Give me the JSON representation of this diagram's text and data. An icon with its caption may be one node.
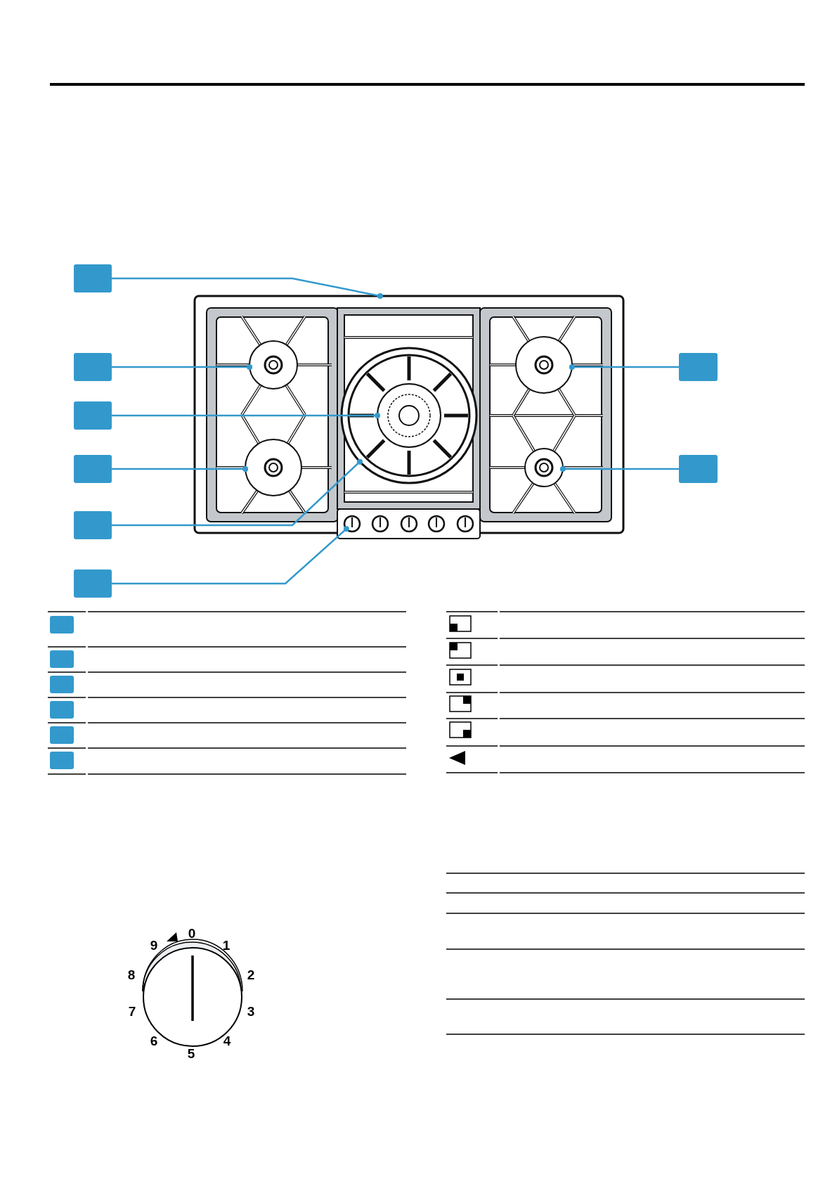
{
  "diagram": {
    "nodes": [
      {
        "text": [],
        "shape": "box"
      },
      {
        "text": [],
        "shape": "box"
      },
      {
        "text": [],
        "shape": "box"
      },
      {
        "text": [],
        "shape": "box"
      },
      {
        "text": [],
        "shape": "box"
      },
      {
        "text": [],
        "shape": "box"
      },
      {
        "text": [],
        "shape": "box"
      },
      {
        "text": [],
        "shape": "box"
      },
      {
        "text": [],
        "shape": "box"
      },
      {
        "text": [],
        "shape": "box"
      },
      {
        "text": [],
        "shape": "box"
      },
      {
        "text": [],
        "shape": "box"
      },
      {
        "text": [],
        "shape": "box"
      },
      {
        "text": [],
        "shape": "box"
      },
      {
        "text": [],
        "shape": "picture"
      },
      {
        "text": [],
        "shape": "circle",
        "in": 14
      },
      {
        "text": [],
        "shape": "circle",
        "in": 14
      },
      {
        "text": [],
        "shape": "circle",
        "in": 14
      },
      {
        "text": [],
        "shape": "circle",
        "in": 17
      },
      {
        "text": [],
        "shape": "circle",
        "in": 14
      },
      {
        "text": [],
        "shape": "circle",
        "in": 14
      },
      {
        "text": [],
        "shape": "circle",
        "in": 14
      }
    ],
    "edges": [
      {
        "from": 0,
        "to": 14,
        "arrow": "other"
      },
      {
        "from": 1,
        "to": 15,
        "arrow": "other"
      },
      {
        "from": 2,
        "to": 16,
        "arrow": "other"
      },
      {
        "from": 3,
        "to": 18,
        "arrow": "other"
      },
      {
        "from": 4,
        "to": 19,
        "arrow": "other"
      },
      {
        "from": 5,
        "to": 20,
        "arrow": "other"
      },
      {
        "from": 6,
        "to": 17,
        "arrow": "other"
      },
      {
        "from": 7,
        "to": 21,
        "arrow": "other"
      }
    ],
    "labels": [
      "0",
      "9",
      "1",
      "8",
      "2",
      "7",
      "3",
      "6",
      "4",
      "5"
    ]
  }
}
